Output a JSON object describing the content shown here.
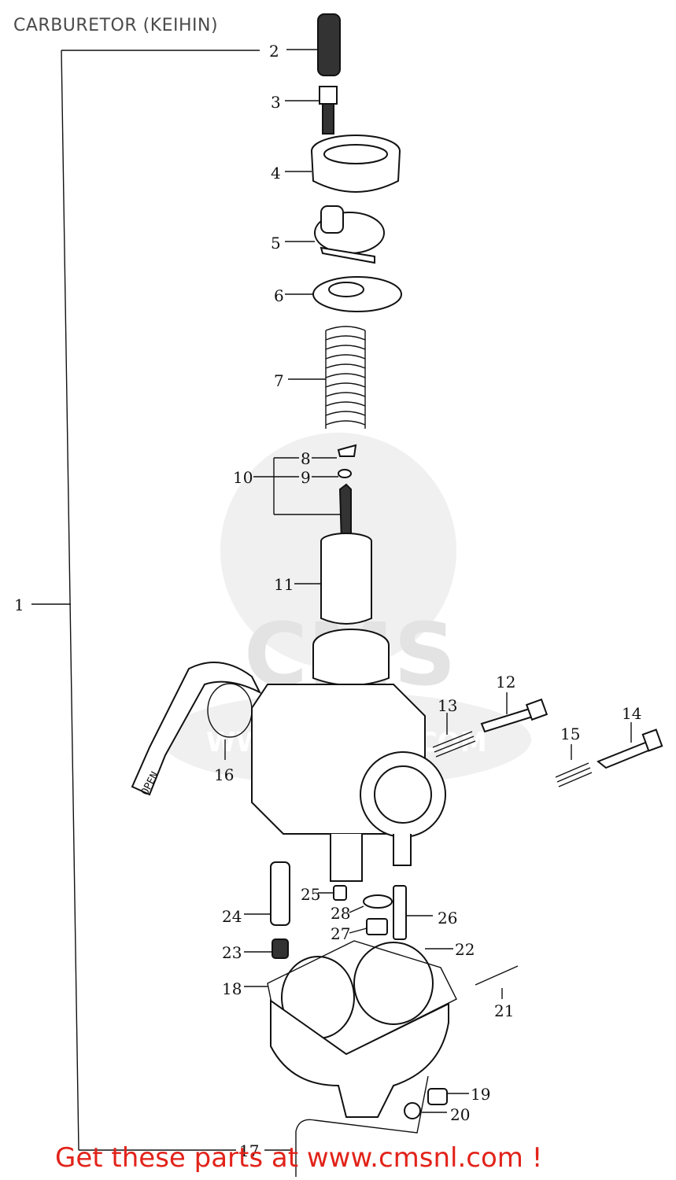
{
  "title": "CARBURETOR (KEIHIN)",
  "footer_link": "Get these parts at www.cmsnl.com !",
  "watermark": {
    "logo_text": "CMS",
    "url_text": "WWW.CMSNL.COM"
  },
  "part_numbers": [
    "1",
    "2",
    "3",
    "4",
    "5",
    "6",
    "7",
    "8",
    "9",
    "10",
    "11",
    "12",
    "13",
    "14",
    "15",
    "16",
    "17",
    "18",
    "19",
    "20",
    "21",
    "22",
    "23",
    "24",
    "25",
    "26",
    "27",
    "28"
  ],
  "open_tag_text": "OPEN",
  "colors": {
    "footer": "#e2231a",
    "title": "#4a4a4a",
    "line": "#111111",
    "watermark": "#e6e6e6"
  }
}
